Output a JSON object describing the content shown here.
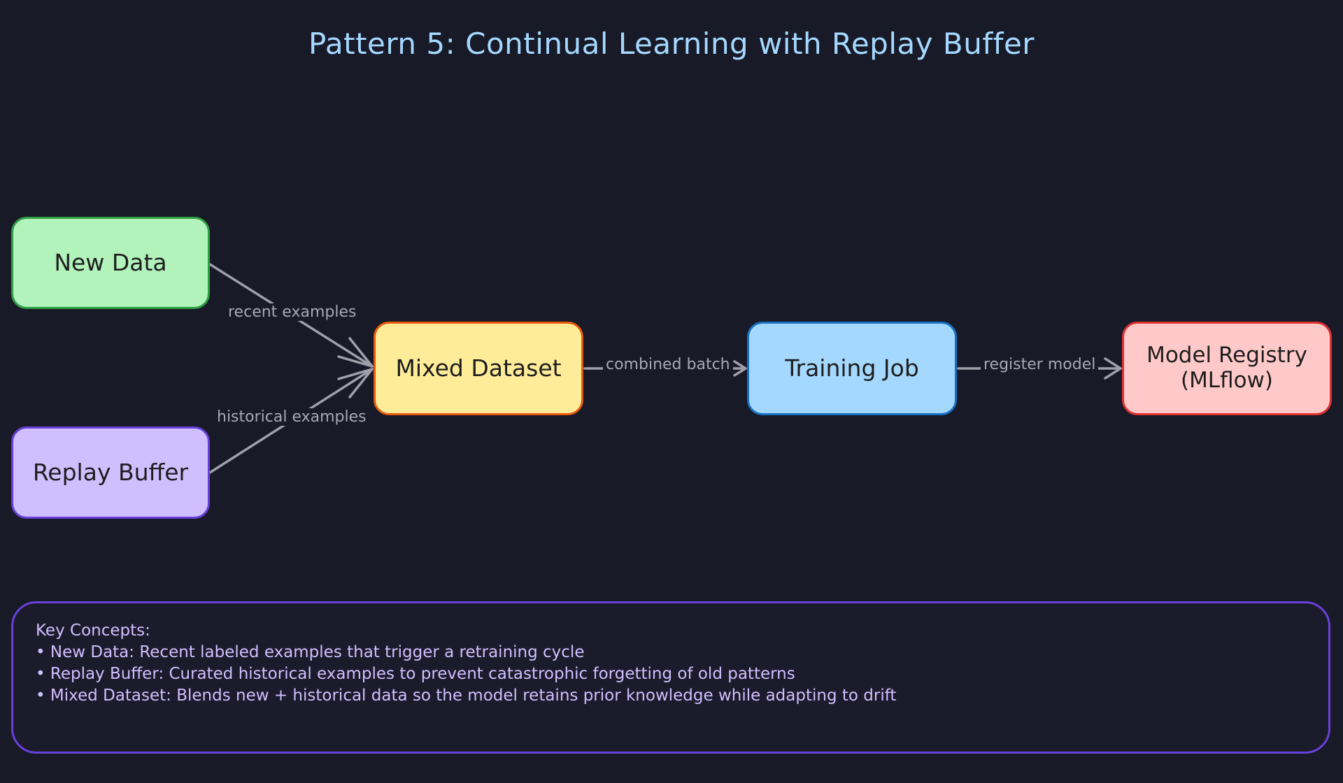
{
  "title": "Pattern 5: Continual Learning with Replay Buffer",
  "colors": {
    "background": "#181a27",
    "title": "#a5d8ff",
    "edge": "#a0a0ab",
    "new_data_fill": "#b2f2bb",
    "new_data_border": "#2f9e44",
    "replay_fill": "#d0bfff",
    "replay_border": "#6741d9",
    "mixed_fill": "#ffec99",
    "mixed_border": "#e8590c",
    "training_fill": "#a5d8ff",
    "training_border": "#1971c2",
    "registry_fill": "#ffc9c9",
    "registry_border": "#e03131"
  },
  "nodes": {
    "new_data": "New Data",
    "replay_buffer": "Replay Buffer",
    "mixed_dataset": "Mixed Dataset",
    "training_job": "Training Job",
    "model_registry": "Model Registry",
    "model_registry_sub": "(MLflow)"
  },
  "edges": {
    "recent": "recent examples",
    "historical": "historical examples",
    "combined": "combined batch",
    "register": "register model"
  },
  "notes": {
    "heading": "Key Concepts:",
    "items": [
      "• New Data: Recent labeled examples that trigger a retraining cycle",
      "• Replay Buffer: Curated historical examples to prevent catastrophic forgetting of old patterns",
      "• Mixed Dataset: Blends new + historical data so the model retains prior knowledge while adapting to drift"
    ]
  }
}
